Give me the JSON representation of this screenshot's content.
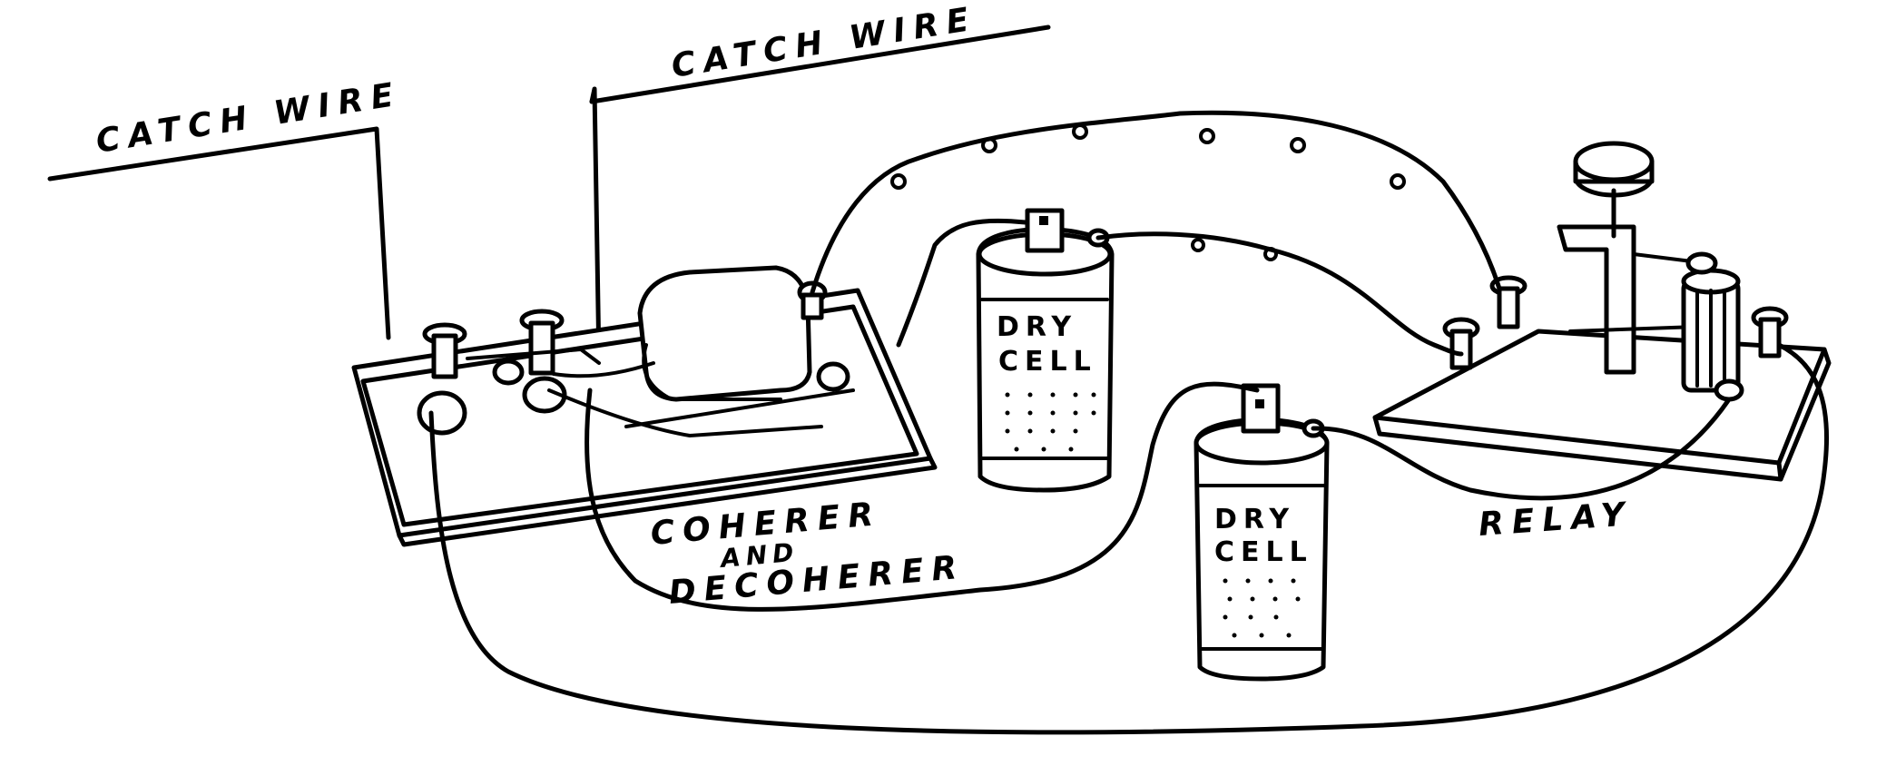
{
  "labels": {
    "catch_wire_left": "CATCH WIRE",
    "catch_wire_right": "CATCH WIRE",
    "coherer_line1": "COHERER",
    "coherer_line2": "AND",
    "coherer_line3": "DECOHERER",
    "cell1_line1": "DRY",
    "cell1_line2": "CELL",
    "cell2_line1": "DRY",
    "cell2_line2": "CELL",
    "relay": "RELAY"
  },
  "colors": {
    "ink": "#000000",
    "paper": "#ffffff"
  }
}
